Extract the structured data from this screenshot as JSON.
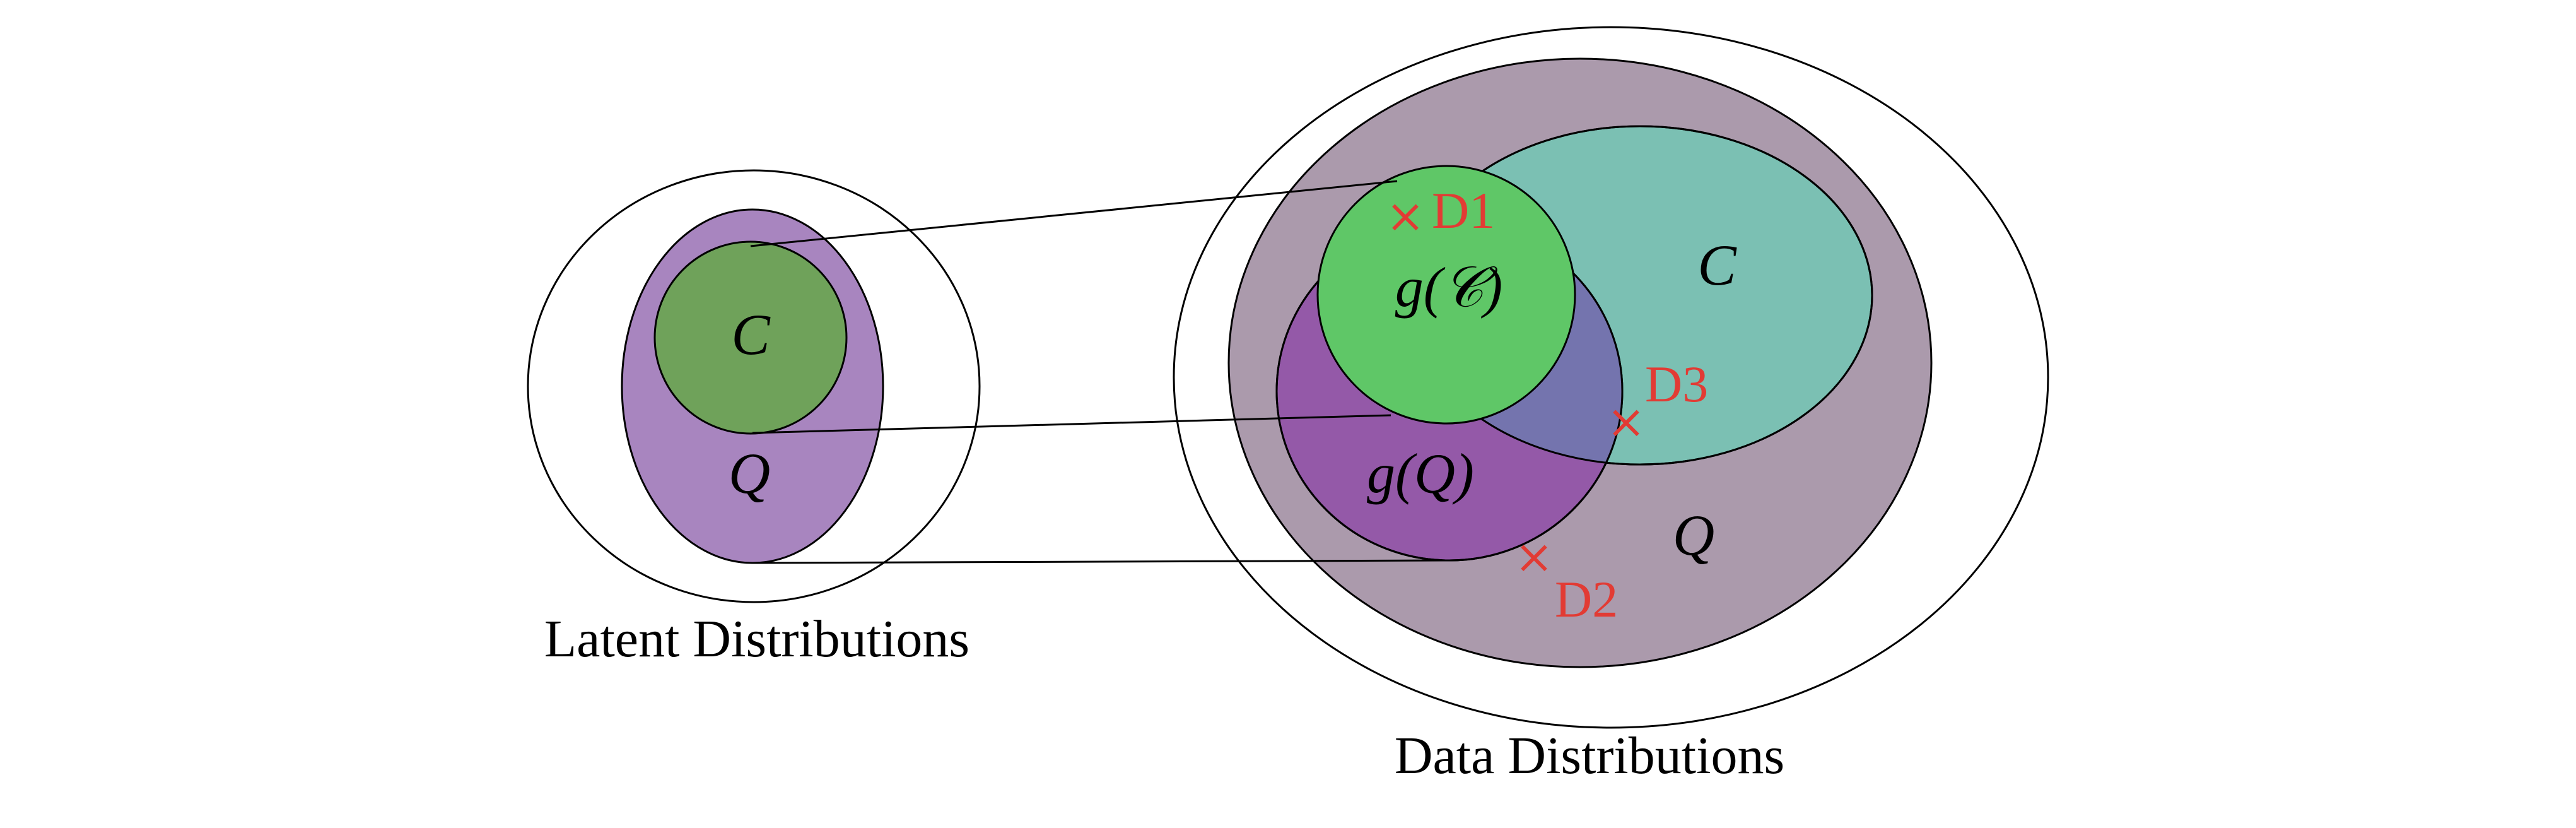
{
  "colors": {
    "outline": "#000000",
    "latent_q_fill": "#a885bf",
    "latent_c_fill": "#6fa25a",
    "data_q_fill": "#ab9aac",
    "data_c_fill": "#7bc0b3",
    "gq_fill": "#9459a8",
    "overlap_fill": "#7474ae",
    "gc_fill": "#5fc767",
    "marker_red": "#e23b34"
  },
  "latent": {
    "c_label": "C",
    "q_label": "Q",
    "caption": "Latent Distributions"
  },
  "data": {
    "c_label": "C",
    "q_label": "Q",
    "gc_label": "g(𝒞)",
    "gq_label": "g(Q)",
    "caption": "Data Distributions"
  },
  "markers": [
    {
      "symbol": "×",
      "label": "D1"
    },
    {
      "symbol": "×",
      "label": "D2"
    },
    {
      "symbol": "×",
      "label": "D3"
    }
  ]
}
